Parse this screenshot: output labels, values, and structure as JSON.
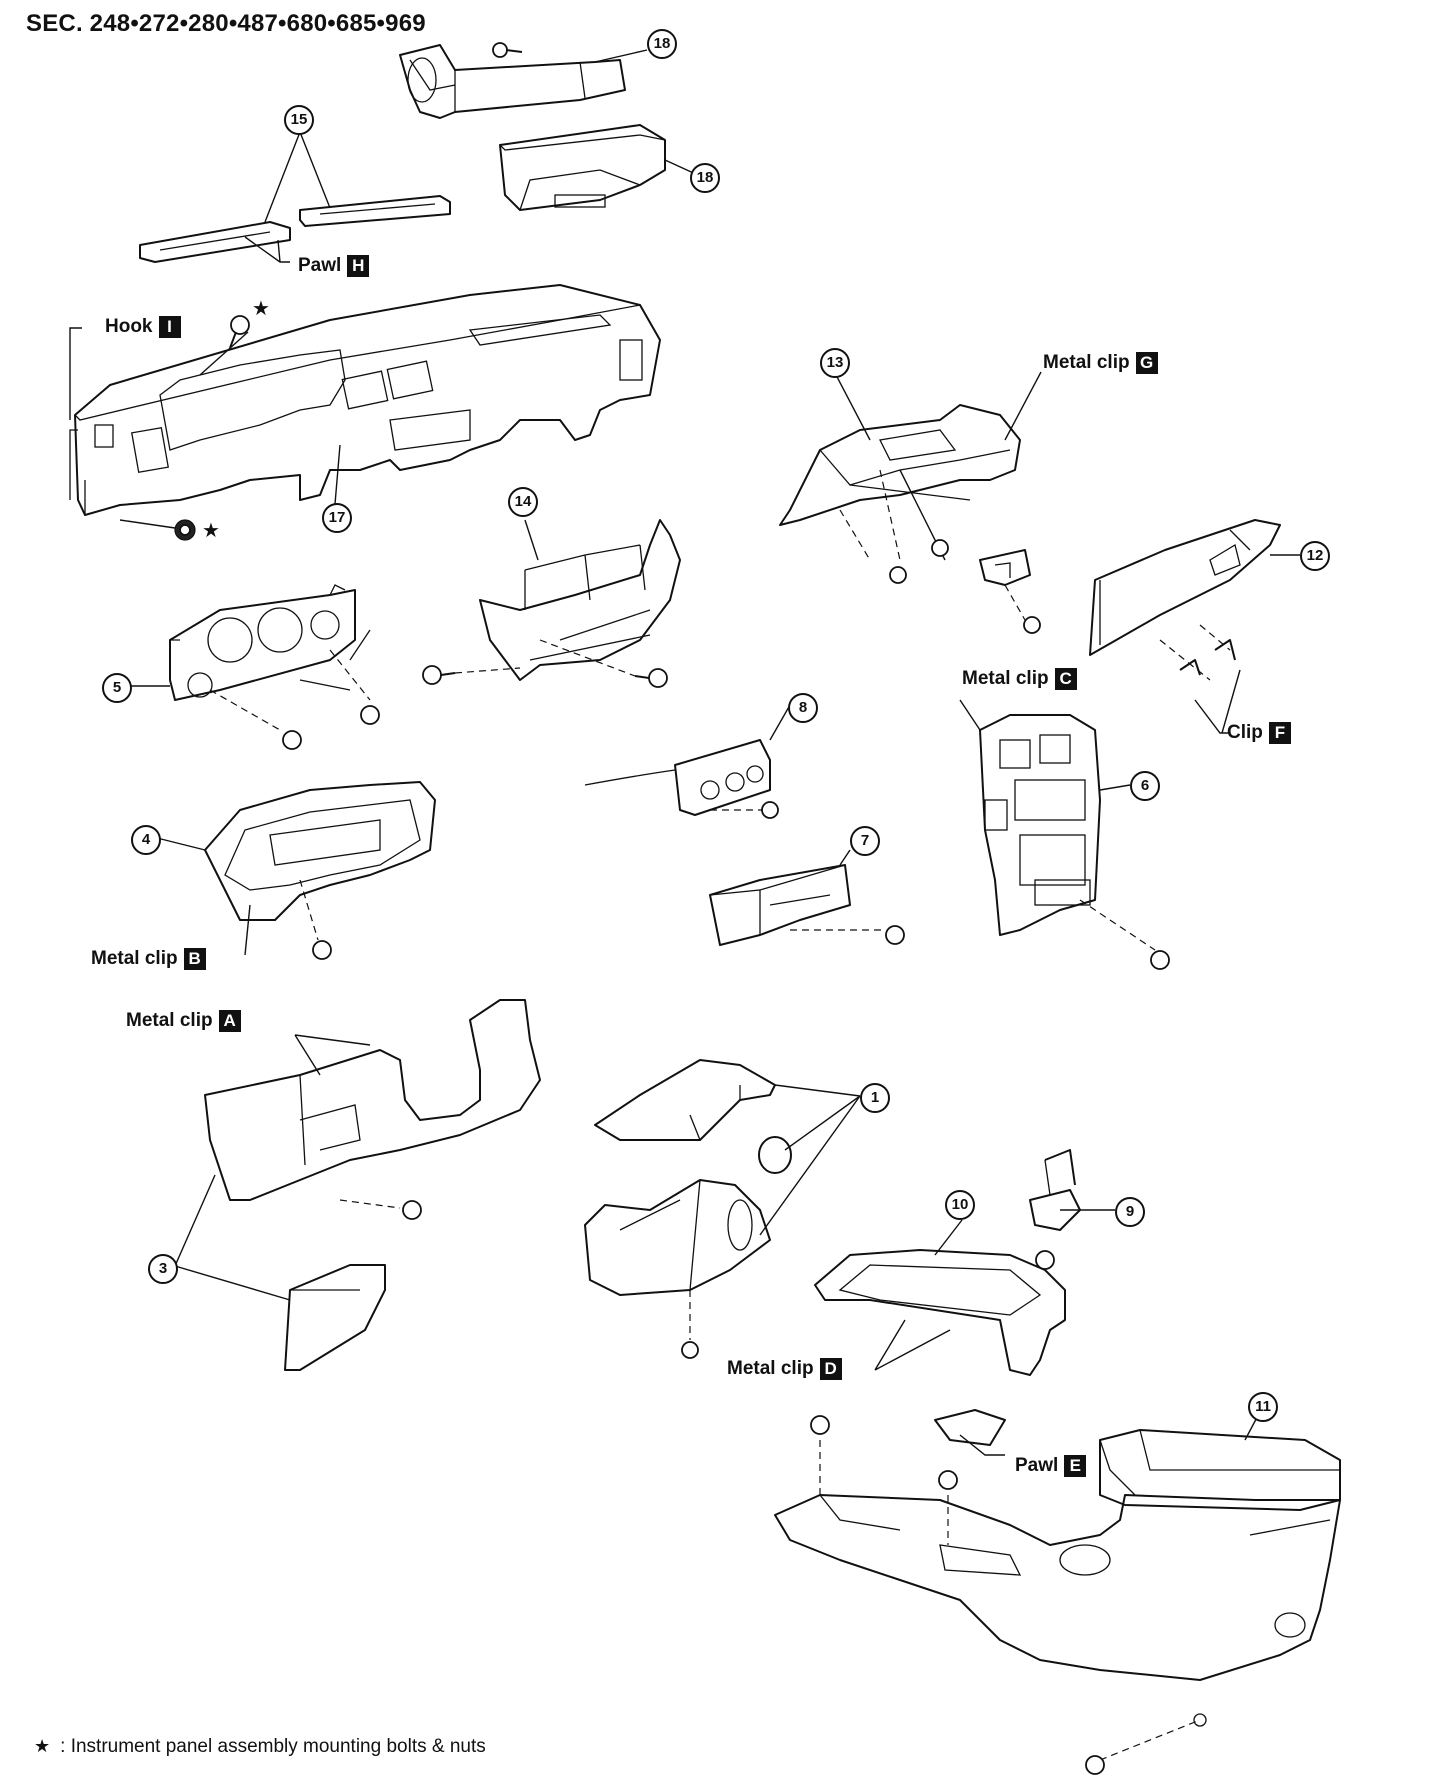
{
  "section_title": "SEC. 248•272•280•487•680•685•969",
  "callouts": {
    "c1": "1",
    "c3": "3",
    "c4": "4",
    "c5": "5",
    "c6": "6",
    "c7": "7",
    "c8": "8",
    "c9": "9",
    "c10": "10",
    "c11": "11",
    "c12": "12",
    "c13": "13",
    "c14": "14",
    "c15": "15",
    "c17": "17",
    "c18a": "18",
    "c18b": "18"
  },
  "labels": {
    "pawl_h": {
      "text": "Pawl",
      "letter": "H"
    },
    "hook_i": {
      "text": "Hook",
      "letter": "I"
    },
    "metal_clip_g": {
      "text": "Metal clip",
      "letter": "G"
    },
    "metal_clip_c": {
      "text": "Metal clip",
      "letter": "C"
    },
    "clip_f": {
      "text": "Clip",
      "letter": "F"
    },
    "metal_clip_b": {
      "text": "Metal clip",
      "letter": "B"
    },
    "metal_clip_a": {
      "text": "Metal clip",
      "letter": "A"
    },
    "metal_clip_d": {
      "text": "Metal clip",
      "letter": "D"
    },
    "pawl_e": {
      "text": "Pawl",
      "letter": "E"
    }
  },
  "star_symbol": "★",
  "footnote": {
    "symbol": "★",
    "text": ": Instrument panel assembly mounting bolts & nuts"
  }
}
